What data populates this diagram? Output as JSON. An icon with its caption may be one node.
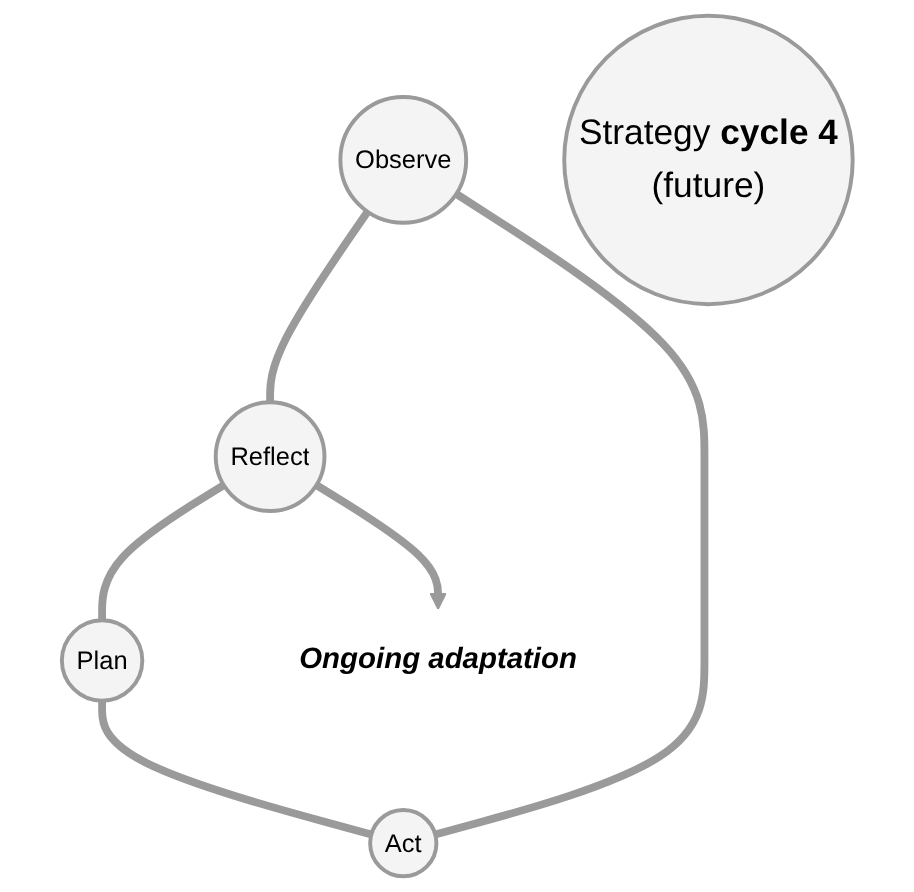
{
  "diagram": {
    "nodes": [
      {
        "text": [
          "Observe"
        ]
      },
      {
        "text": [
          "Act"
        ]
      },
      {
        "text": [
          "Strategy **cycle 4**",
          "(future)"
        ]
      },
      {
        "text": [
          "Reflect"
        ]
      },
      {
        "text": [
          "Plan"
        ]
      },
      {
        "text": [
          "Ongoing adaptation"
        ]
      }
    ],
    "edges": [
      {
        "from": 0,
        "to": 3,
        "arrow": "none"
      },
      {
        "from": 3,
        "to": 4,
        "arrow": "none"
      },
      {
        "from": 4,
        "to": 1,
        "arrow": "none"
      },
      {
        "from": 1,
        "to": 0,
        "arrow": "none"
      },
      {
        "from": 3,
        "to": 5,
        "arrow": "to"
      }
    ]
  }
}
